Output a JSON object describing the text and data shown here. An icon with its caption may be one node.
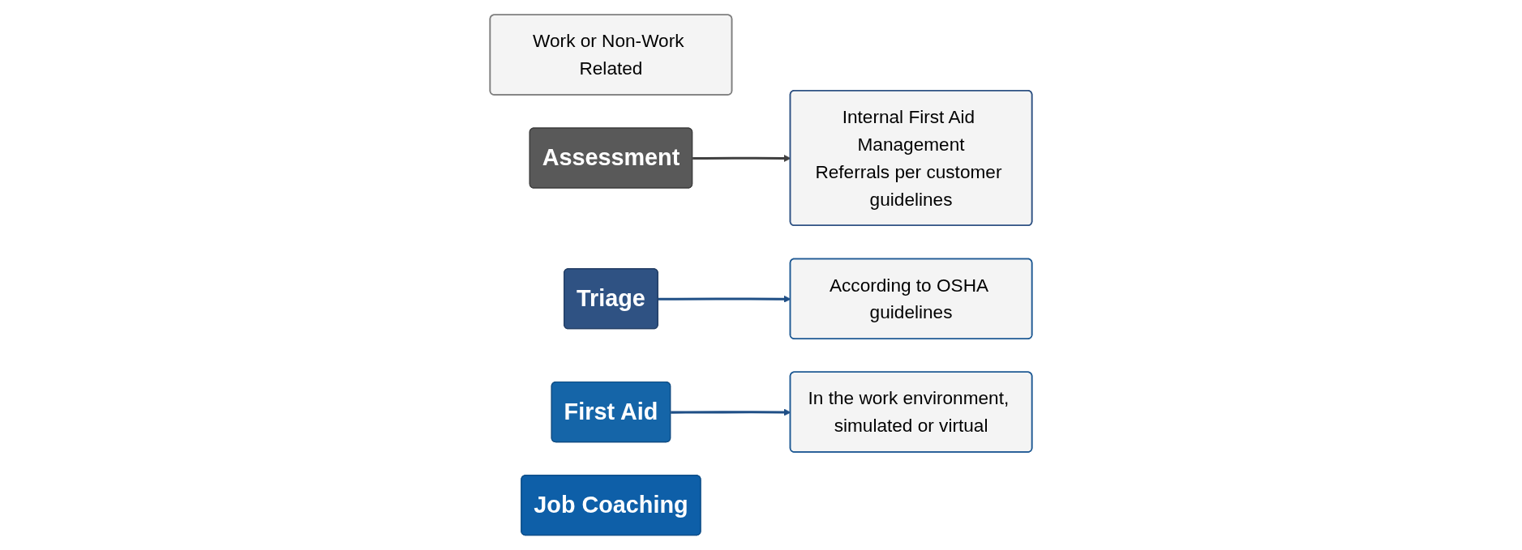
{
  "diagram": {
    "nodes": [
      {
        "text": [
          "Work or Non-Work Related"
        ]
      },
      {
        "text": [
          "Assessment"
        ]
      },
      {
        "text": [
          "Triage"
        ]
      },
      {
        "text": [
          "Internal First Aid Management",
          "Referrals per customer guidelines"
        ]
      },
      {
        "text": [
          "According to OSHA guidelines"
        ]
      },
      {
        "text": [
          "First Aid"
        ]
      },
      {
        "text": [
          "Job Coaching"
        ]
      },
      {
        "text": [
          "In the work environment, simulated or virtual"
        ]
      }
    ],
    "edges": [
      {
        "from": 1,
        "to": 3,
        "arrow": "to",
        "color": "#404040"
      },
      {
        "from": 2,
        "to": 4,
        "arrow": "to"
      },
      {
        "from": 5,
        "to": 7,
        "arrow": "to"
      }
    ]
  }
}
